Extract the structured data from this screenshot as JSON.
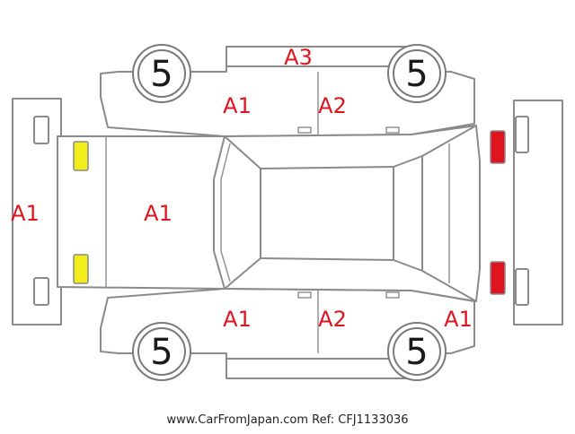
{
  "colors": {
    "damage_code": "#e0141e",
    "light_front": "#f2ee1a",
    "light_rear": "#e0141e",
    "outline": "#8a8a8a"
  },
  "tires": {
    "front_left": "5",
    "front_right": "5",
    "rear_left": "5",
    "rear_right": "5"
  },
  "codes": {
    "front_bumper": "A1",
    "hood": "A1",
    "roof_rail_top": "A3",
    "front_door_top": "A1",
    "rear_door_top": "A2",
    "front_door_bottom": "A1",
    "rear_door_bottom": "A2",
    "rear_quarter_bottom": "A1"
  },
  "footer": "www.CarFromJapan.com Ref: CFJ1133036"
}
